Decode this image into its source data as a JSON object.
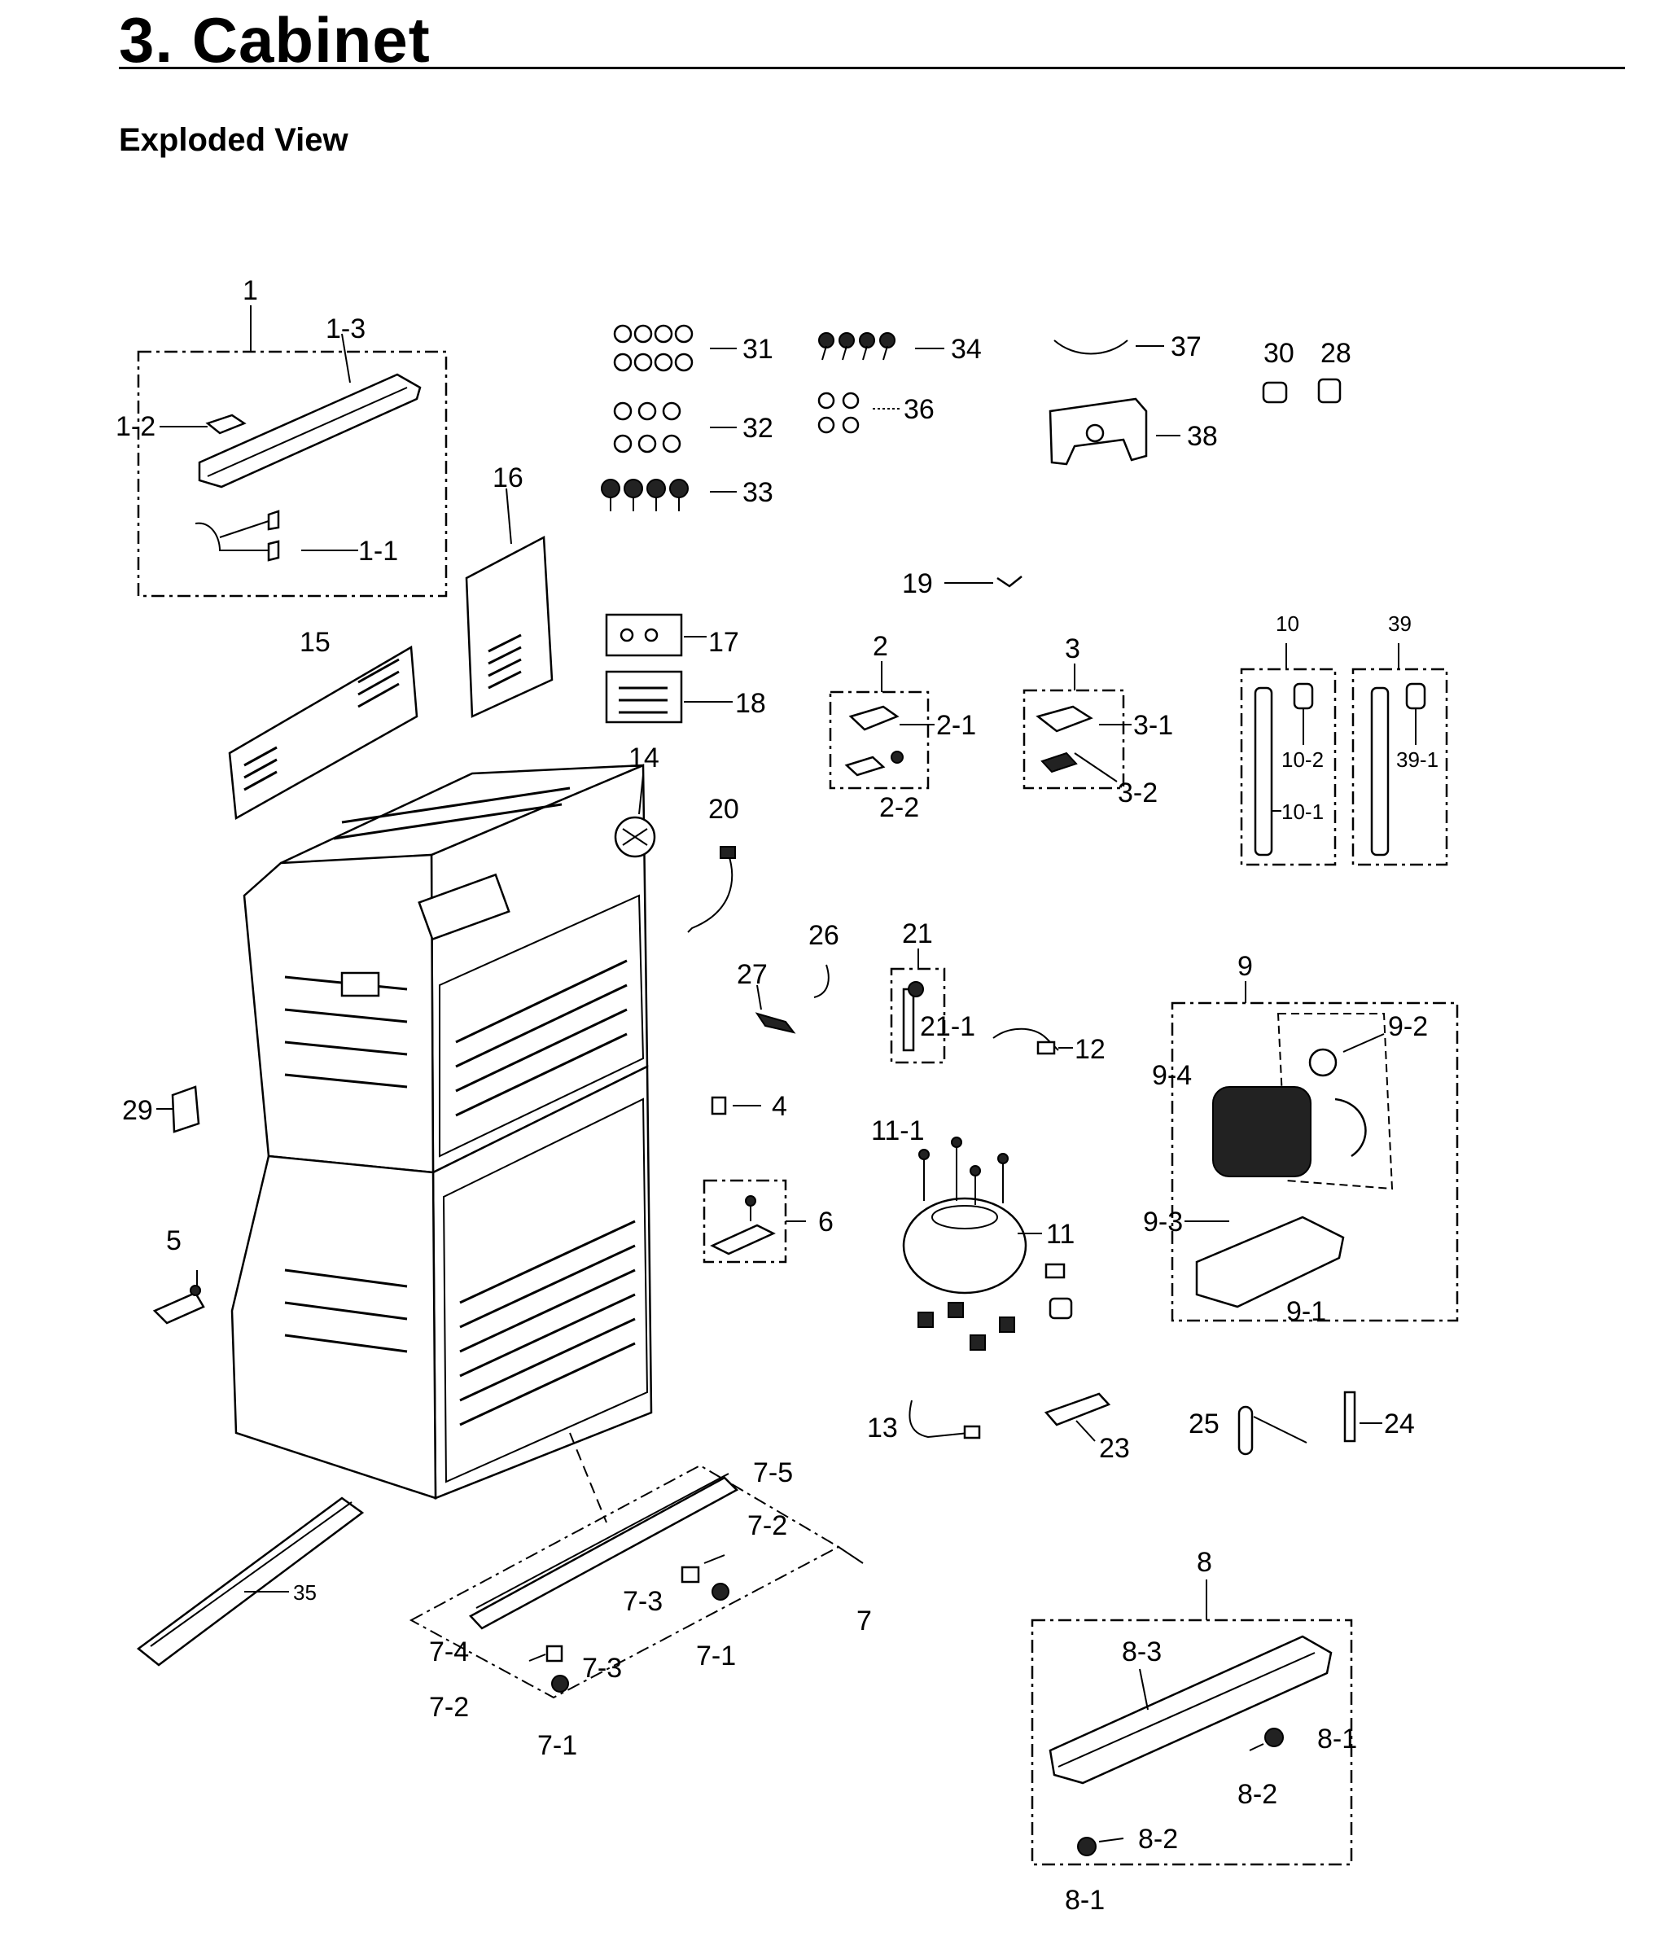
{
  "header": {
    "title": "3.  Cabinet",
    "subtitle": "Exploded View"
  },
  "labels": {
    "p1": "1",
    "p1_1": "1-1",
    "p1_2": "1-2",
    "p1_3": "1-3",
    "p2": "2",
    "p2_1": "2-1",
    "p2_2": "2-2",
    "p3": "3",
    "p3_1": "3-1",
    "p3_2": "3-2",
    "p4": "4",
    "p5": "5",
    "p6": "6",
    "p7": "7",
    "p7_1a": "7-1",
    "p7_1b": "7-1",
    "p7_2a": "7-2",
    "p7_2b": "7-2",
    "p7_3a": "7-3",
    "p7_3b": "7-3",
    "p7_4": "7-4",
    "p7_5": "7-5",
    "p8": "8",
    "p8_1a": "8-1",
    "p8_1b": "8-1",
    "p8_2a": "8-2",
    "p8_2b": "8-2",
    "p8_3": "8-3",
    "p9": "9",
    "p9_1": "9-1",
    "p9_2": "9-2",
    "p9_3": "9-3",
    "p9_4": "9-4",
    "p10": "10",
    "p10_1": "10-1",
    "p10_2": "10-2",
    "p11": "11",
    "p11_1": "11-1",
    "p12": "12",
    "p13": "13",
    "p14": "14",
    "p15": "15",
    "p16": "16",
    "p17": "17",
    "p18": "18",
    "p19": "19",
    "p20": "20",
    "p21": "21",
    "p21_1": "21-1",
    "p23": "23",
    "p24": "24",
    "p25": "25",
    "p26": "26",
    "p27": "27",
    "p28": "28",
    "p29": "29",
    "p30": "30",
    "p31": "31",
    "p32": "32",
    "p33": "33",
    "p34": "34",
    "p35": "35",
    "p36": "36",
    "p37": "37",
    "p38": "38",
    "p39": "39",
    "p39_1": "39-1"
  }
}
